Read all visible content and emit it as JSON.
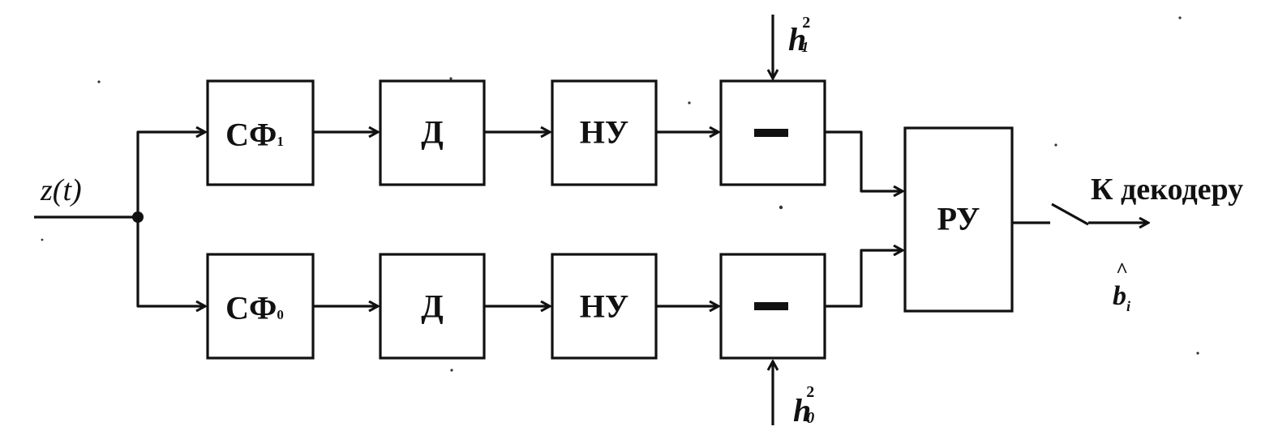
{
  "input": {
    "label": "z(t)"
  },
  "blocks": {
    "sf1": {
      "main": "СФ",
      "sub": "1"
    },
    "d1": {
      "label": "Д"
    },
    "nu1": {
      "label": "НУ"
    },
    "sub1": {
      "label": "−"
    },
    "sf0": {
      "main": "СФ",
      "sub": "0"
    },
    "d0": {
      "label": "Д"
    },
    "nu0": {
      "label": "НУ"
    },
    "sub0": {
      "label": "−"
    },
    "ru": {
      "label": "РУ"
    }
  },
  "thresholds": {
    "h1": {
      "base": "h",
      "sub": "1",
      "sup": "2"
    },
    "h0": {
      "base": "h",
      "sub": "0",
      "sup": "2"
    }
  },
  "output": {
    "label": "К декодеру",
    "symbol": "b",
    "symbol_sub": "i",
    "hat": "^"
  }
}
